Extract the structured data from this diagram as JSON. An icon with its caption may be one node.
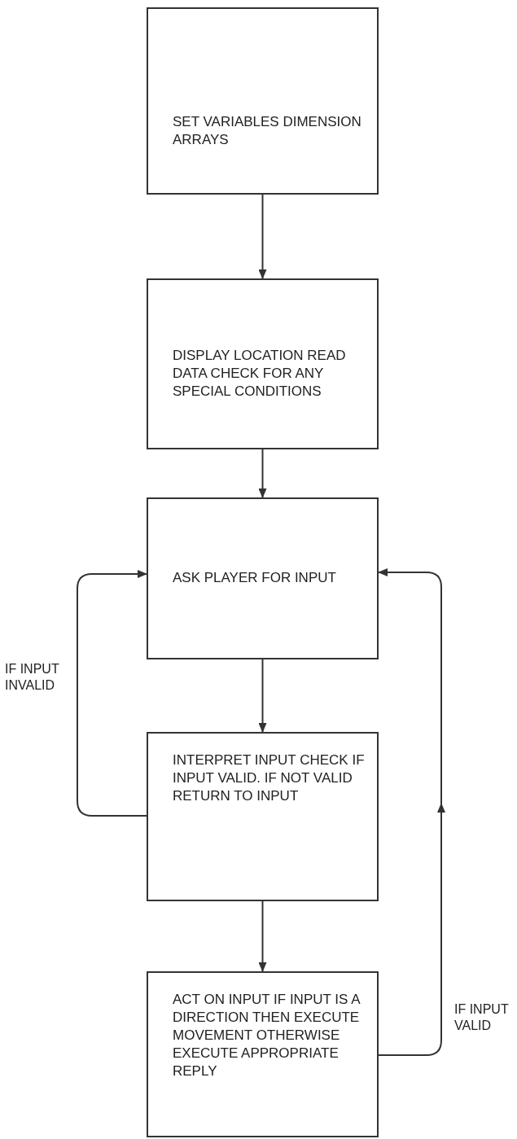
{
  "diagram": {
    "nodes": [
      {
        "text": [
          "SET VARIABLES DIMENSION ARRAYS"
        ]
      },
      {
        "text": [
          "DISPLAY LOCATION READ DATA CHECK FOR ANY SPECIAL CONDITIONS"
        ]
      },
      {
        "text": [
          "ASK PLAYER FOR INPUT"
        ]
      },
      {
        "text": [
          "INTERPRET INPUT CHECK IF INPUT VALID. IF NOT VALID RETURN TO INPUT"
        ]
      },
      {
        "text": [
          "ACT ON INPUT IF INPUT IS A DIRECTION THEN EXECUTE MOVEMENT OTHERWISE EXECUTE APPROPRIATE REPLY"
        ]
      }
    ],
    "edges": [
      {
        "from": 0,
        "to": 1,
        "arrow": "to"
      },
      {
        "from": 1,
        "to": 2,
        "arrow": "to"
      },
      {
        "from": 2,
        "to": 3,
        "arrow": "to"
      },
      {
        "from": 3,
        "to": 4,
        "arrow": "to"
      },
      {
        "from": 3,
        "to": 2,
        "arrow": "to",
        "label": "IF INPUT INVALID"
      },
      {
        "from": 4,
        "to": 2,
        "arrow": "to",
        "label": "IF INPUT VALID"
      }
    ]
  }
}
